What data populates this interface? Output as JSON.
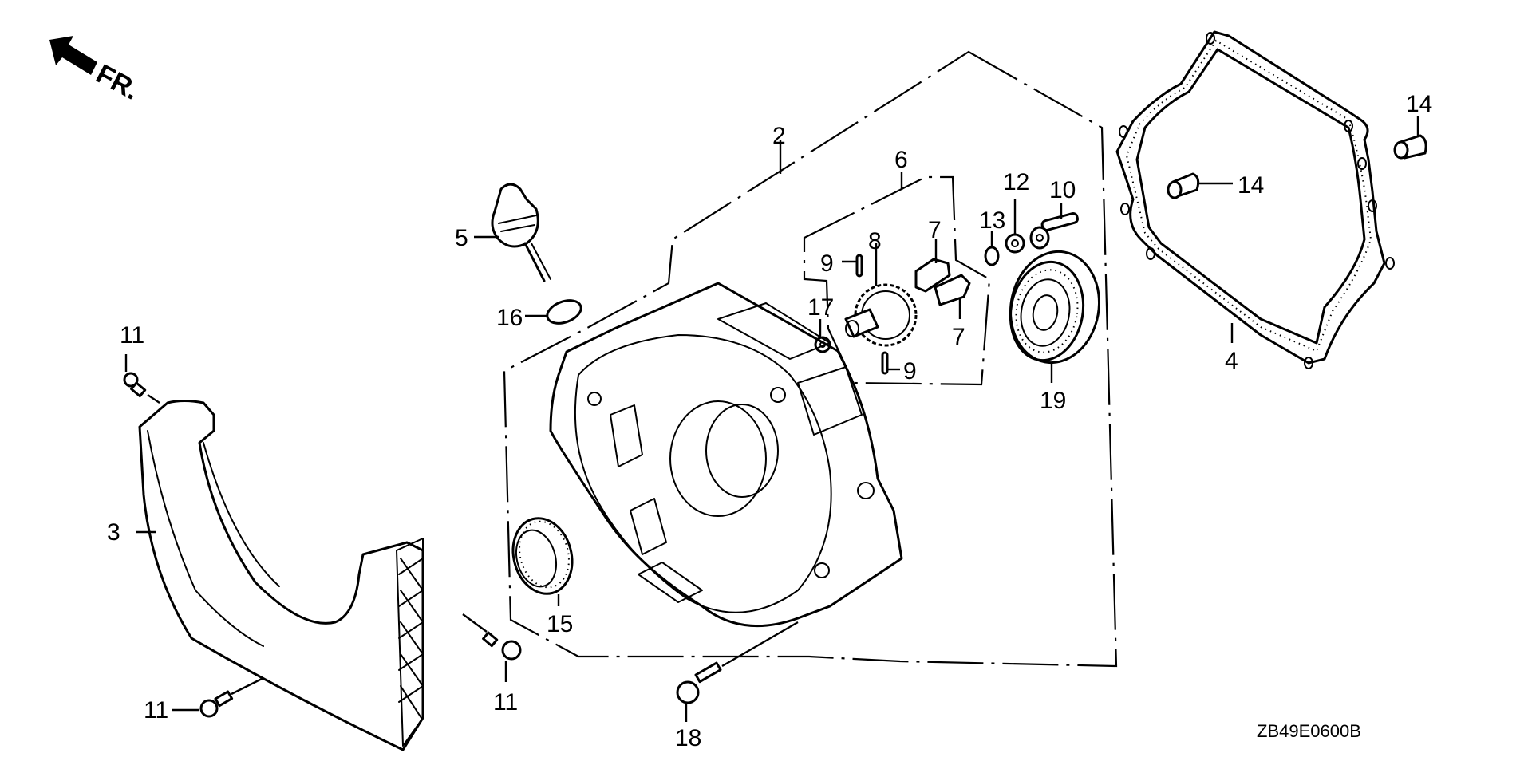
{
  "diagram": {
    "title": "Exploded parts diagram - case cover / crankcase side",
    "orientation_indicator": {
      "text": "FR.",
      "icon": "front-direction-arrow"
    },
    "drawing_code": "ZB49E0600B",
    "callouts": [
      {
        "ref": "2",
        "part": "case cover assembly"
      },
      {
        "ref": "3",
        "part": "cover (shroud with grille)"
      },
      {
        "ref": "4",
        "part": "gasket"
      },
      {
        "ref": "5",
        "part": "oil filler cap / dipstick"
      },
      {
        "ref": "6",
        "part": "governor assembly"
      },
      {
        "ref": "7",
        "part": "governor weight"
      },
      {
        "ref": "7",
        "part": "governor weight"
      },
      {
        "ref": "8",
        "part": "governor gear"
      },
      {
        "ref": "9",
        "part": "pin"
      },
      {
        "ref": "9",
        "part": "pin"
      },
      {
        "ref": "10",
        "part": "bolt"
      },
      {
        "ref": "11",
        "part": "flange bolt"
      },
      {
        "ref": "11",
        "part": "flange bolt"
      },
      {
        "ref": "11",
        "part": "flange bolt"
      },
      {
        "ref": "12",
        "part": "washer"
      },
      {
        "ref": "13",
        "part": "clip / ring"
      },
      {
        "ref": "14",
        "part": "dowel pin"
      },
      {
        "ref": "14",
        "part": "dowel pin"
      },
      {
        "ref": "15",
        "part": "oil seal"
      },
      {
        "ref": "16",
        "part": "O-ring"
      },
      {
        "ref": "17",
        "part": "washer"
      },
      {
        "ref": "18",
        "part": "flange bolt"
      },
      {
        "ref": "19",
        "part": "ball bearing"
      }
    ]
  }
}
